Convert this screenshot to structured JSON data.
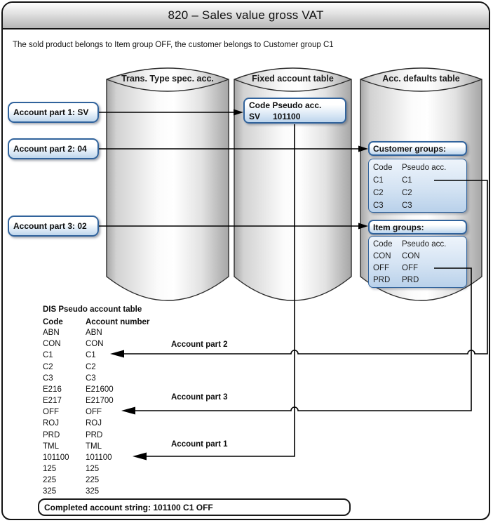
{
  "title": "820 – Sales value gross VAT",
  "description": "The sold product belongs to Item group OFF, the customer belongs to Customer group C1",
  "colors": {
    "accent_border": "#31639C",
    "connector_line": "#000000",
    "box_fill_bottom": "#bfd6ec",
    "cylinder_edge": "#a6a6a6"
  },
  "cylinders": [
    {
      "label": "Trans. Type spec. acc."
    },
    {
      "label": "Fixed account table"
    },
    {
      "label": "Acc. defaults table"
    }
  ],
  "account_parts": [
    {
      "label": "Account part 1: SV"
    },
    {
      "label": "Account part 2: 04"
    },
    {
      "label": "Account part 3: 02"
    }
  ],
  "fixed_account_box": {
    "header": "Code Pseudo acc.",
    "code": "SV",
    "pseudo": "101100"
  },
  "customer_groups": {
    "title": "Customer groups:",
    "col1": "Code",
    "col2": "Pseudo acc.",
    "rows": [
      [
        "C1",
        "C1"
      ],
      [
        "C2",
        "C2"
      ],
      [
        "C3",
        "C3"
      ]
    ]
  },
  "item_groups": {
    "title": "Item groups:",
    "col1": "Code",
    "col2": "Pseudo acc.",
    "rows": [
      [
        "CON",
        "CON"
      ],
      [
        "OFF",
        "OFF"
      ],
      [
        "PRD",
        "PRD"
      ]
    ]
  },
  "dis_table": {
    "title": "DIS Pseudo account table",
    "col1": "Code",
    "col2": "Account number",
    "rows": [
      [
        "ABN",
        "ABN"
      ],
      [
        "CON",
        "CON"
      ],
      [
        "C1",
        "C1"
      ],
      [
        "C2",
        "C2"
      ],
      [
        "C3",
        "C3"
      ],
      [
        "E216",
        "E21600"
      ],
      [
        "E217",
        "E21700"
      ],
      [
        "OFF",
        "OFF"
      ],
      [
        "ROJ",
        "ROJ"
      ],
      [
        "PRD",
        "PRD"
      ],
      [
        "TML",
        "TML"
      ],
      [
        "101100",
        "101100"
      ],
      [
        "125",
        "125"
      ],
      [
        "225",
        "225"
      ],
      [
        "325",
        "325"
      ]
    ]
  },
  "arrow_labels": {
    "part1": "Account part 1",
    "part2": "Account part 2",
    "part3": "Account part 3"
  },
  "completed": "Completed account string: 101100 C1 OFF"
}
